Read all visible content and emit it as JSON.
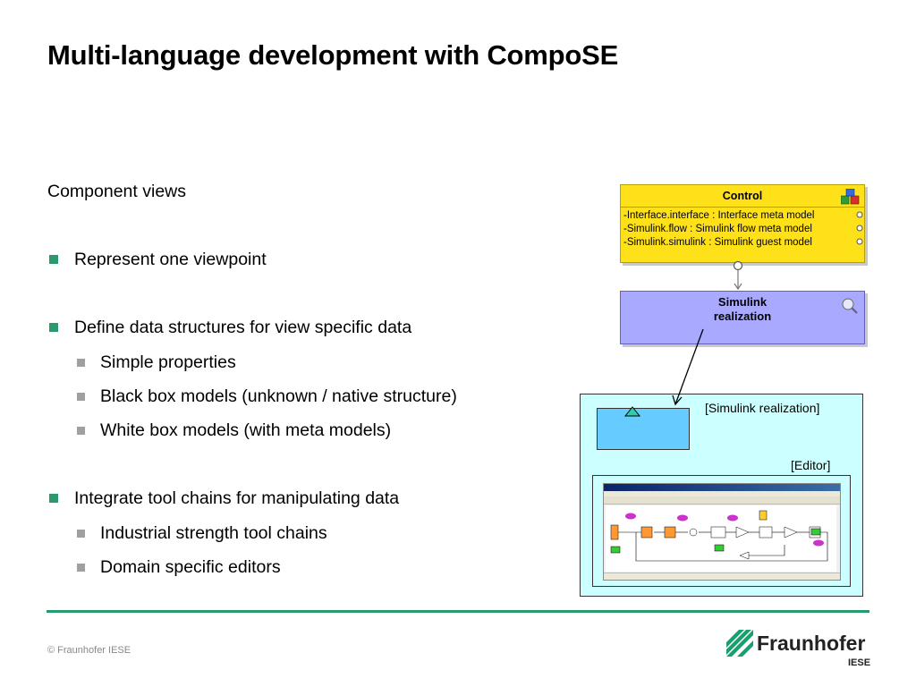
{
  "slide": {
    "title": "Multi-language development with CompoSE",
    "subheading": "Component views",
    "bullets": [
      {
        "text": "Represent one viewpoint",
        "children": []
      },
      {
        "text": "Define data structures for view specific data",
        "children": [
          "Simple properties",
          "Black box models (unknown / native structure)",
          "White box models (with meta models)"
        ]
      },
      {
        "text": "Integrate tool chains for manipulating data",
        "children": [
          "Industrial strength tool chains",
          "Domain specific editors"
        ]
      }
    ],
    "footer": "© Fraunhofer IESE"
  },
  "logo": {
    "name": "Fraunhofer",
    "sub": "IESE"
  },
  "diagram": {
    "control": {
      "title": "Control",
      "rows": [
        "-Interface.interface : Interface meta model",
        "-Simulink.flow : Simulink flow meta model",
        "-Simulink.simulink : Simulink guest model"
      ]
    },
    "simulink_box": {
      "line1": "Simulink",
      "line2": "realization"
    },
    "frame_label": "[Simulink realization]",
    "editor_label": "[Editor]"
  },
  "colors": {
    "accent": "#2a9a6e",
    "control_fill": "#ffe11a",
    "simulink_fill": "#a9a9ff",
    "frame_fill": "#ccffff",
    "tab_fill": "#66ccff"
  }
}
